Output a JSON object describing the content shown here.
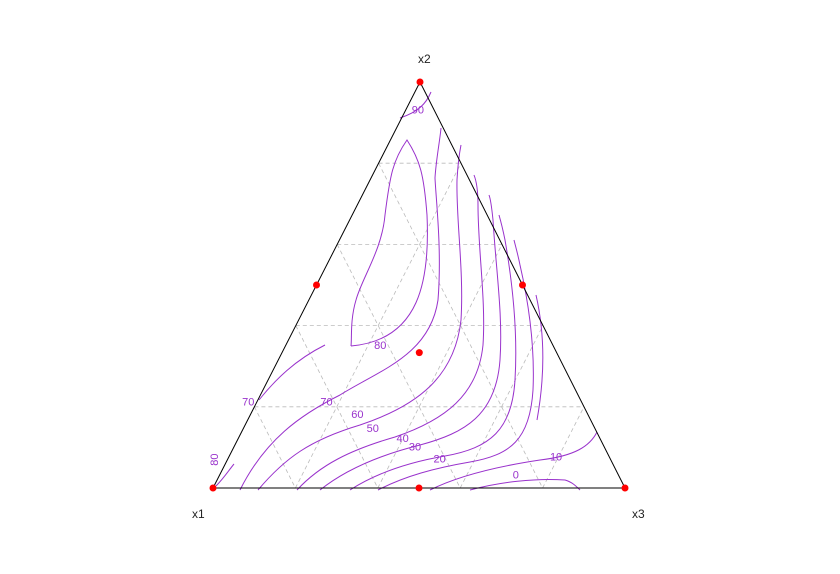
{
  "chart_data": {
    "type": "ternary-contour",
    "vertex_labels": [
      "x1",
      "x2",
      "x3"
    ],
    "grid": true,
    "design_points": [
      {
        "x1": 1,
        "x2": 0,
        "x3": 0
      },
      {
        "x1": 0,
        "x2": 1,
        "x3": 0
      },
      {
        "x1": 0,
        "x2": 0,
        "x3": 1
      },
      {
        "x1": 0.5,
        "x2": 0.5,
        "x3": 0
      },
      {
        "x1": 0,
        "x2": 0.5,
        "x3": 0.5
      },
      {
        "x1": 0.5,
        "x2": 0,
        "x3": 0.5
      },
      {
        "x1": 0.3333,
        "x2": 0.3333,
        "x3": 0.3333
      }
    ],
    "contour_labels": [
      {
        "text": "90",
        "x1": 0.04,
        "x2": 0.93,
        "x3": 0.03
      },
      {
        "text": "80",
        "x1": 0.42,
        "x2": 0.35,
        "x3": 0.23
      },
      {
        "text": "70",
        "x1": 0.81,
        "x2": 0.21,
        "x3": -0.02
      },
      {
        "text": "70",
        "x1": 0.62,
        "x2": 0.21,
        "x3": 0.17
      },
      {
        "text": "60",
        "x1": 0.56,
        "x2": 0.18,
        "x3": 0.26
      },
      {
        "text": "50",
        "x1": 0.54,
        "x2": 0.145,
        "x3": 0.315
      },
      {
        "text": "40",
        "x1": 0.48,
        "x2": 0.12,
        "x3": 0.4
      },
      {
        "text": "30",
        "x1": 0.46,
        "x2": 0.1,
        "x3": 0.44
      },
      {
        "text": "20",
        "x1": 0.415,
        "x2": 0.07,
        "x3": 0.515
      },
      {
        "text": "10",
        "x1": 0.13,
        "x2": 0.075,
        "x3": 0.795
      },
      {
        "text": "0",
        "x1": 0.25,
        "x2": 0.03,
        "x3": 0.72
      },
      {
        "text": "80",
        "x1": 0.96,
        "x2": 0.07,
        "x3": -0.03
      }
    ],
    "colors": {
      "contour": "#9932cc",
      "points": "#ff0000",
      "grid": "#bbbbbb",
      "frame": "#000000"
    }
  }
}
